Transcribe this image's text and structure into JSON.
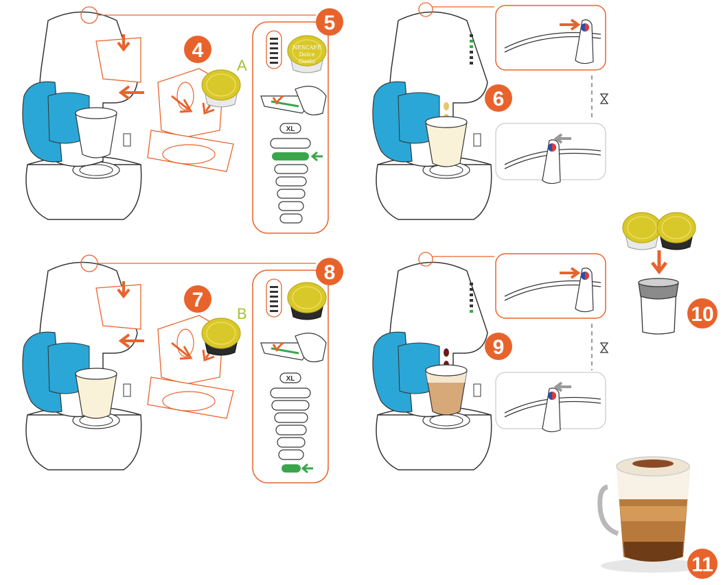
{
  "steps": [
    {
      "id": "4",
      "label": "4"
    },
    {
      "id": "5",
      "label": "5"
    },
    {
      "id": "6",
      "label": "6"
    },
    {
      "id": "7",
      "label": "7"
    },
    {
      "id": "8",
      "label": "8"
    },
    {
      "id": "9",
      "label": "9"
    },
    {
      "id": "10",
      "label": "10"
    },
    {
      "id": "11",
      "label": "11"
    }
  ],
  "capsule_types": {
    "a": "A",
    "b": "B"
  },
  "size_label": "XL",
  "capsule_brand": {
    "line1": "NESCAFÉ",
    "line2": "Dolce",
    "line3": "Gusto"
  },
  "icons": {
    "timer": "hourglass-icon",
    "slide": "slider-icon"
  },
  "colors": {
    "accent_orange": "#e8632c",
    "machine_blue": "#2aa7d6",
    "capsule_yellow": "#d9c829",
    "level_green": "#3aa64a",
    "outline_grey": "#333333"
  }
}
